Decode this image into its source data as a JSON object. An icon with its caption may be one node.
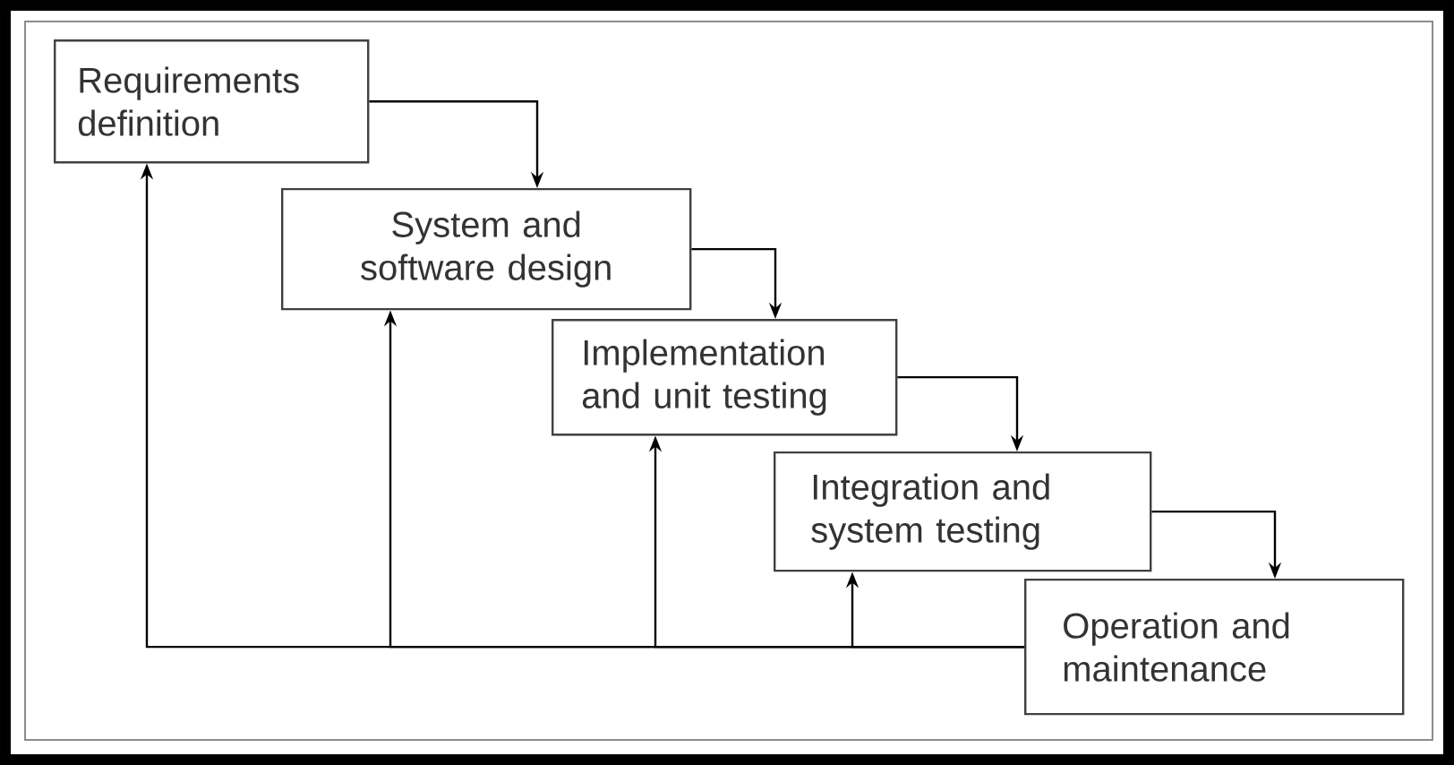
{
  "diagram": {
    "nodes": [
      {
        "text": [
          "Requirements definition"
        ]
      },
      {
        "text": [
          "System and software design"
        ]
      },
      {
        "text": [
          "Implementation and unit testing"
        ]
      },
      {
        "text": [
          "Integration and system testing"
        ]
      },
      {
        "text": [
          "Operation and maintenance"
        ]
      }
    ],
    "edges": [
      {
        "from": 0,
        "to": 1,
        "arrow": "to"
      },
      {
        "from": 1,
        "to": 2,
        "arrow": "to"
      },
      {
        "from": 2,
        "to": 3,
        "arrow": "to"
      },
      {
        "from": 3,
        "to": 4,
        "arrow": "to"
      },
      {
        "from": 4,
        "to": 0,
        "arrow": "to"
      },
      {
        "from": 4,
        "to": 1,
        "arrow": "to"
      },
      {
        "from": 4,
        "to": 2,
        "arrow": "to"
      },
      {
        "from": 4,
        "to": 3,
        "arrow": "to"
      }
    ]
  }
}
